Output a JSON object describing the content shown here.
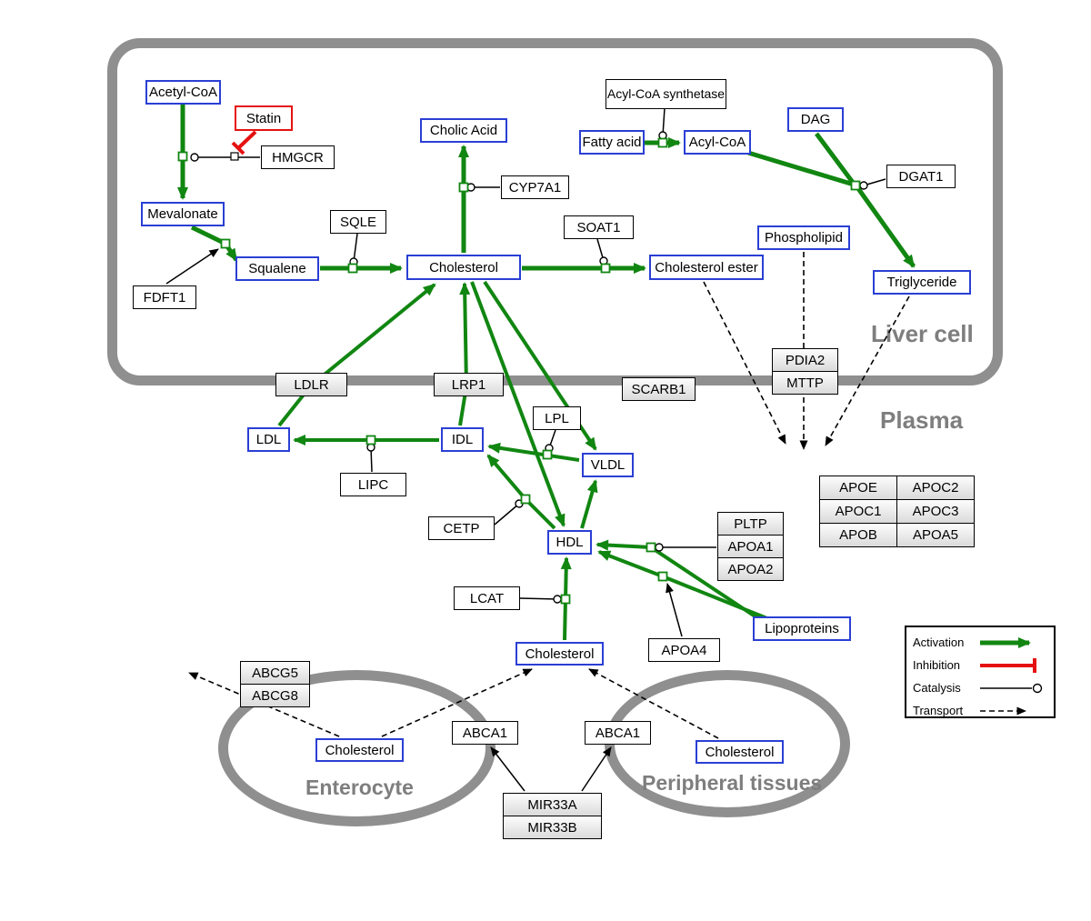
{
  "compartments": {
    "liver": {
      "label": "Liver cell"
    },
    "plasma": {
      "label": "Plasma"
    },
    "enterocyte": {
      "label": "Enterocyte"
    },
    "peripheral": {
      "label": "Peripheral tissues"
    }
  },
  "nodes": {
    "acetyl_coa": {
      "label": "Acetyl-CoA",
      "type": "metabolite"
    },
    "statin": {
      "label": "Statin",
      "type": "drug"
    },
    "hmgcr": {
      "label": "HMGCR",
      "type": "protein"
    },
    "mevalonate": {
      "label": "Mevalonate",
      "type": "metabolite"
    },
    "fdft1": {
      "label": "FDFT1",
      "type": "protein"
    },
    "squalene": {
      "label": "Squalene",
      "type": "metabolite"
    },
    "sqle": {
      "label": "SQLE",
      "type": "protein"
    },
    "cholic_acid": {
      "label": "Cholic Acid",
      "type": "metabolite"
    },
    "cyp7a1": {
      "label": "CYP7A1",
      "type": "protein"
    },
    "cholesterol_liver": {
      "label": "Cholesterol",
      "type": "metabolite"
    },
    "soat1": {
      "label": "SOAT1",
      "type": "protein"
    },
    "cholesterol_ester": {
      "label": "Cholesterol ester",
      "type": "metabolite"
    },
    "acyl_coa_synthetase": {
      "label": "Acyl-CoA synthetase",
      "type": "protein"
    },
    "fatty_acid": {
      "label": "Fatty acid",
      "type": "metabolite"
    },
    "acyl_coa": {
      "label": "Acyl-CoA",
      "type": "metabolite"
    },
    "dag": {
      "label": "DAG",
      "type": "metabolite"
    },
    "dgat1": {
      "label": "DGAT1",
      "type": "protein"
    },
    "phospholipid": {
      "label": "Phospholipid",
      "type": "metabolite"
    },
    "triglyceride": {
      "label": "Triglyceride",
      "type": "metabolite"
    },
    "ldlr": {
      "label": "LDLR",
      "type": "protein"
    },
    "lrp1": {
      "label": "LRP1",
      "type": "protein"
    },
    "scarb1": {
      "label": "SCARB1",
      "type": "protein"
    },
    "pdia2": {
      "label": "PDIA2",
      "type": "protein"
    },
    "mttp": {
      "label": "MTTP",
      "type": "protein"
    },
    "ldl": {
      "label": "LDL",
      "type": "metabolite"
    },
    "idl": {
      "label": "IDL",
      "type": "metabolite"
    },
    "vldl": {
      "label": "VLDL",
      "type": "metabolite"
    },
    "lpl": {
      "label": "LPL",
      "type": "protein"
    },
    "lipc": {
      "label": "LIPC",
      "type": "protein"
    },
    "cetp": {
      "label": "CETP",
      "type": "protein"
    },
    "hdl": {
      "label": "HDL",
      "type": "metabolite"
    },
    "pltp": {
      "label": "PLTP",
      "type": "protein"
    },
    "apoa1": {
      "label": "APOA1",
      "type": "protein"
    },
    "apoa2": {
      "label": "APOA2",
      "type": "protein"
    },
    "lcat": {
      "label": "LCAT",
      "type": "protein"
    },
    "apoa4": {
      "label": "APOA4",
      "type": "protein"
    },
    "lipoproteins": {
      "label": "Lipoproteins",
      "type": "metabolite"
    },
    "cholesterol_plasma": {
      "label": "Cholesterol",
      "type": "metabolite"
    },
    "abcg5": {
      "label": "ABCG5",
      "type": "protein"
    },
    "abcg8": {
      "label": "ABCG8",
      "type": "protein"
    },
    "cholesterol_enterocyte": {
      "label": "Cholesterol",
      "type": "metabolite"
    },
    "abca1_enterocyte": {
      "label": "ABCA1",
      "type": "protein"
    },
    "abca1_peripheral": {
      "label": "ABCA1",
      "type": "protein"
    },
    "cholesterol_peripheral": {
      "label": "Cholesterol",
      "type": "metabolite"
    },
    "mir33a": {
      "label": "MIR33A",
      "type": "rna"
    },
    "mir33b": {
      "label": "MIR33B",
      "type": "rna"
    }
  },
  "apo_table": {
    "rows": [
      [
        "APOE",
        "APOC2"
      ],
      [
        "APOC1",
        "APOC3"
      ],
      [
        "APOB",
        "APOA5"
      ]
    ]
  },
  "legend": {
    "items": [
      {
        "label": "Activation",
        "style": "green-arrow"
      },
      {
        "label": "Inhibition",
        "style": "red-tbar"
      },
      {
        "label": "Catalysis",
        "style": "black-circle"
      },
      {
        "label": "Transport",
        "style": "dashed-arrow"
      }
    ]
  },
  "colors": {
    "activation": "#118611",
    "inhibition": "#e51111",
    "metabolite_border": "#2a3fd4",
    "compartment_border": "#8f8f8f",
    "label_gray": "#7e7e7e"
  }
}
